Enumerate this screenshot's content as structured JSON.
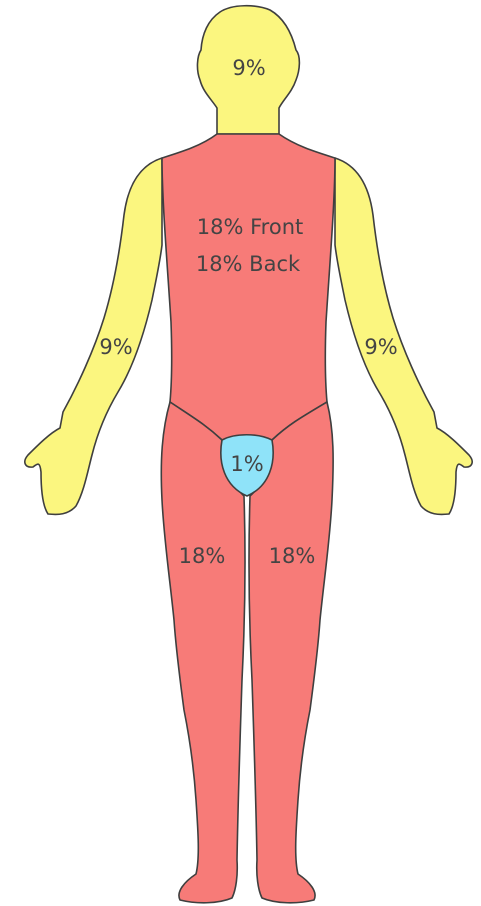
{
  "colors": {
    "yellow": "#fbf67f",
    "red": "#f77b78",
    "blue": "#8fe3f9",
    "outline": "#3f3f3f",
    "text": "#444444"
  },
  "regions": {
    "head": {
      "label": "9%"
    },
    "torso": {
      "label_front": "18% Front",
      "label_back": "18% Back"
    },
    "left_arm": {
      "label": "9%"
    },
    "right_arm": {
      "label": "9%"
    },
    "groin": {
      "label": "1%"
    },
    "left_leg": {
      "label": "18%"
    },
    "right_leg": {
      "label": "18%"
    }
  }
}
